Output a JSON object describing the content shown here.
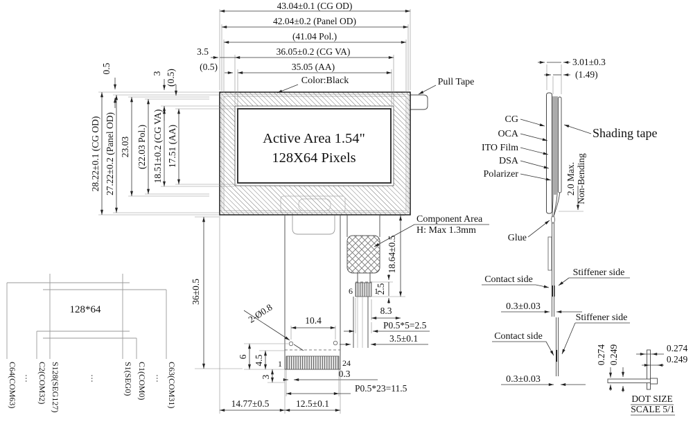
{
  "front": {
    "dim_cg_od_w": "43.04±0.1 (CG OD)",
    "dim_panel_od_w": "42.04±0.2 (Panel OD)",
    "dim_pol_w": "(41.04 Pol.)",
    "dim_cg_va_w": "36.05±0.2 (CG VA)",
    "dim_aa_w": "35.05 (AA)",
    "dim_35": "3.5",
    "dim_05": "(0.5)",
    "dim_cg_od_h": "28.22±0.1 (CG OD)",
    "dim_panel_od_h": "27.22±0.2 (Panel OD)",
    "dim_2303": "23.03",
    "dim_2203": "(22.03 Pol.)",
    "dim_cg_va_h": "18.51±0.2 (CG VA)",
    "dim_aa_h": "17.51 (AA)",
    "dim_05_top": "0.5",
    "dim_3_top": "3",
    "dim_05_top2": "(0.5)",
    "active_area_1": "Active Area 1.54\"",
    "active_area_2": "128X64 Pixels",
    "color_note": "Color:Black",
    "pull_tape": "Pull Tape"
  },
  "fpc": {
    "dim_total_h": "36±0.5",
    "holes": "2-Ø0.8",
    "dim_hole_span": "10.4",
    "dim_6": "6",
    "dim_45": "4.5",
    "dim_3": "3",
    "dim_03": "0.3",
    "pin1": "1",
    "pin24": "24",
    "dim_pitch24": "P0.5*23=11.5",
    "dim_w": "12.5±0.1",
    "dim_offset": "14.77±0.5",
    "comp_area_1": "Component Area",
    "comp_area_2": "H: Max 1.3mm",
    "dim_tail_h": "18.64±0.5",
    "dim_25": "2.5",
    "pin6": "6",
    "pin1b": "1",
    "dim_83": "8.3",
    "dim_pitch6": "P0.5*5=2.5",
    "dim_tail_w": "3.5±0.1"
  },
  "pinout": {
    "res": "128*64",
    "dots": "···",
    "labels": [
      "C64(COM63)",
      "C2(COM32)",
      "S128(SEG127)",
      "S1(SEG0)",
      "C1(COM0)",
      "C63(COM31)"
    ]
  },
  "side": {
    "dim_301": "3.01±0.3",
    "dim_149": "(1.49)",
    "layers": [
      "CG",
      "OCA",
      "ITO Film",
      "DSA",
      "Polarizer"
    ],
    "shading_tape": "Shading tape",
    "bend1": "2.0 Max.",
    "bend2": "Non-Bending",
    "glue": "Glue",
    "contact": "Contact side",
    "stiffener": "Stiffener side",
    "dim_03003": "0.3±0.03"
  },
  "dot": {
    "d274": "0.274",
    "d249": "0.249",
    "title": "DOT SIZE",
    "scale": "SCALE 5/1"
  }
}
